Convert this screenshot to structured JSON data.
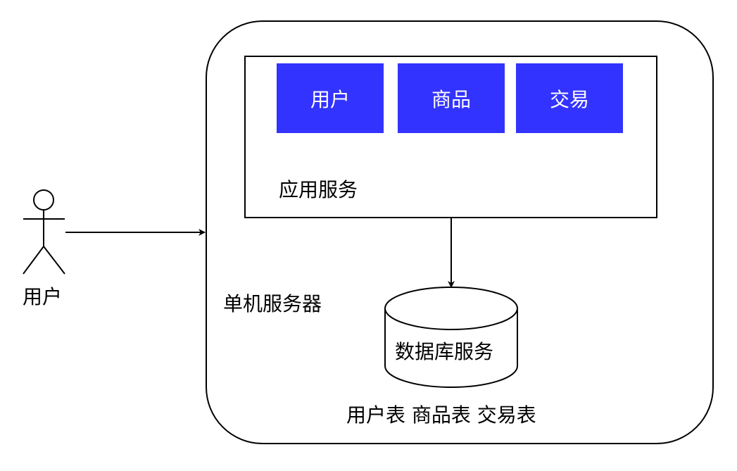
{
  "colors": {
    "module_fill": "#3333ff",
    "module_text": "#ffffff",
    "stroke": "#000000",
    "background": "#ffffff"
  },
  "actor": {
    "icon": "stick-figure-icon",
    "label": "用户"
  },
  "server": {
    "label": "单机服务器"
  },
  "app_service": {
    "label": "应用服务",
    "modules": [
      "用户",
      "商品",
      "交易"
    ]
  },
  "database": {
    "icon": "cylinder-icon",
    "label": "数据库服务",
    "tables_label": "用户表 商品表 交易表"
  }
}
